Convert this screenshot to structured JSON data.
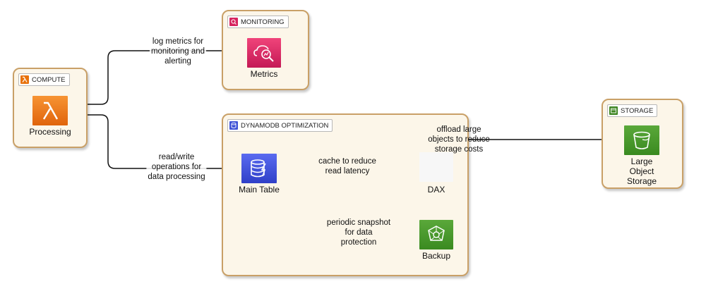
{
  "groups": {
    "compute": {
      "label": "COMPUTE",
      "color": "#e8720c"
    },
    "monitoring": {
      "label": "MONITORING",
      "color": "#d6245f"
    },
    "dynamodb": {
      "label": "DYNAMODB OPTIMIZATION",
      "color": "#4053d6"
    },
    "storage": {
      "label": "STORAGE",
      "color": "#3f8624"
    }
  },
  "nodes": {
    "processing": {
      "label": "Processing",
      "icon": "lambda-icon"
    },
    "metrics": {
      "label": "Metrics",
      "icon": "cloudwatch-metrics-icon"
    },
    "main_table": {
      "label": "Main Table",
      "icon": "dynamodb-table-icon"
    },
    "dax": {
      "label": "DAX",
      "icon": "dax-icon"
    },
    "backup": {
      "label": "Backup",
      "icon": "backup-icon"
    },
    "large_object_storage": {
      "label": "Large Object\nStorage",
      "icon": "s3-bucket-icon"
    }
  },
  "edges": {
    "log_metrics": {
      "label": "log metrics for\nmonitoring and\nalerting"
    },
    "read_write": {
      "label": "read/write\noperations for\ndata processing"
    },
    "cache": {
      "label": "cache to reduce\nread latency"
    },
    "snapshot": {
      "label": "periodic snapshot\nfor data\nprotection"
    },
    "offload": {
      "label": "offload large\nobjects to reduce\nstorage costs"
    }
  }
}
